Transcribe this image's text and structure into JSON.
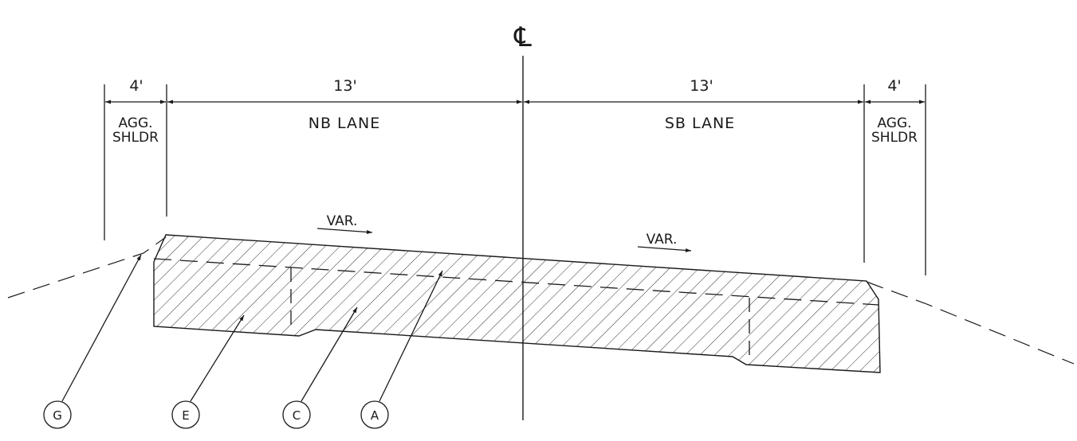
{
  "centerline_symbol": "℄",
  "dimensions": {
    "left_shoulder_width": "4'",
    "nb_lane_width": "13'",
    "sb_lane_width": "13'",
    "right_shoulder_width": "4'"
  },
  "labels": {
    "left_shoulder_line1": "AGG.",
    "left_shoulder_line2": "SHLDR",
    "nb_lane": "NB LANE",
    "sb_lane": "SB LANE",
    "right_shoulder_line1": "AGG.",
    "right_shoulder_line2": "SHLDR",
    "slope_left": "VAR.",
    "slope_right": "VAR."
  },
  "leaders": [
    "G",
    "E",
    "C",
    "A"
  ],
  "colors": {
    "line": "#1a1a1a",
    "background": "#ffffff"
  }
}
